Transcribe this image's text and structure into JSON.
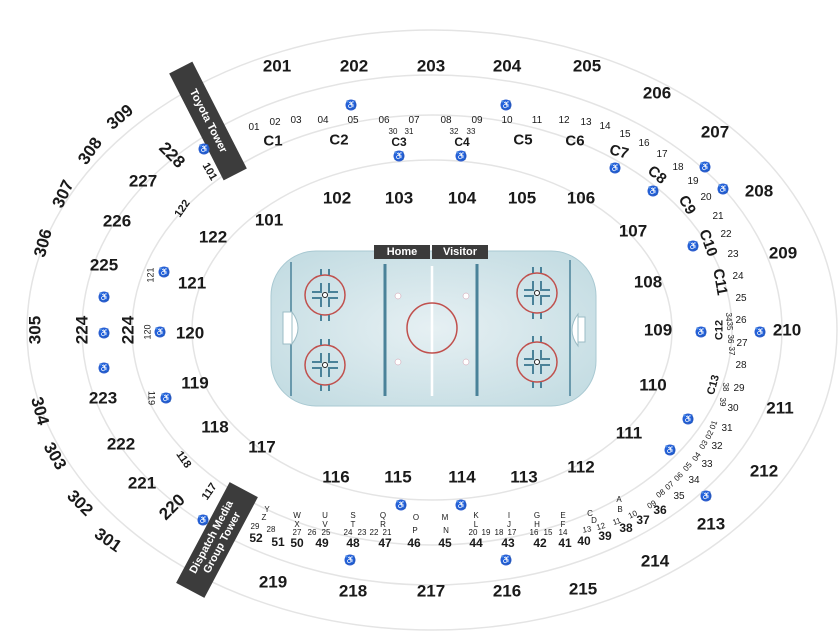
{
  "rink": {
    "home_label": "Home",
    "visitor_label": "Visitor",
    "ice_color": "#cfe3e8",
    "line_red": "#c0504d",
    "line_blue": "#4a8299"
  },
  "towers": {
    "north": "Toyota Tower",
    "south_line1": "Dispatch Media",
    "south_line2": "Group Tower"
  },
  "accessible_icon": "wheelchair-icon",
  "accessible_color": "#2f5fd0",
  "sections_300": [
    "301",
    "302",
    "303",
    "304",
    "305",
    "306",
    "307",
    "308",
    "309"
  ],
  "sections_200": [
    "201",
    "202",
    "203",
    "204",
    "205",
    "206",
    "207",
    "208",
    "209",
    "210",
    "211",
    "212",
    "213",
    "214",
    "215",
    "216",
    "217",
    "218",
    "219",
    "220",
    "221",
    "222",
    "223",
    "224",
    "224",
    "225",
    "226",
    "227",
    "228"
  ],
  "sections_100": [
    "101",
    "102",
    "103",
    "104",
    "105",
    "106",
    "107",
    "108",
    "109",
    "110",
    "111",
    "112",
    "113",
    "114",
    "115",
    "116",
    "117",
    "118",
    "119",
    "120",
    "121",
    "122"
  ],
  "aisle_labels_100": [
    "101",
    "122",
    "121",
    "120",
    "119",
    "118",
    "117"
  ],
  "club_sections": [
    "C1",
    "C2",
    "C3",
    "C4",
    "C5",
    "C6",
    "C7",
    "C8",
    "C9",
    "C10",
    "C11",
    "C12",
    "C13"
  ],
  "suites_top": [
    "01",
    "02",
    "03",
    "04",
    "05",
    "06",
    "07",
    "08",
    "09",
    "10",
    "11",
    "12",
    "13",
    "14",
    "15",
    "16",
    "17",
    "18",
    "19",
    "20",
    "21",
    "22",
    "23",
    "24",
    "25",
    "26",
    "27",
    "28",
    "29",
    "30",
    "31",
    "32",
    "33",
    "34",
    "35",
    "36",
    "37",
    "38",
    "39",
    "40"
  ],
  "suites_inner_top": [
    "30",
    "31",
    "32",
    "33"
  ],
  "suites_inner_right": [
    "34",
    "35",
    "36",
    "37",
    "38",
    "39",
    "01",
    "02",
    "03",
    "04",
    "05",
    "06",
    "07",
    "08",
    "09",
    "10",
    "11",
    "12",
    "13"
  ],
  "suites_bottom_numbers": [
    "52",
    "51",
    "50",
    "49",
    "48",
    "47",
    "46",
    "45",
    "44",
    "43",
    "42",
    "41"
  ],
  "suites_bottom_small": [
    "29",
    "28",
    "27",
    "26",
    "25",
    "24",
    "23",
    "22",
    "21",
    "20",
    "19",
    "18",
    "17",
    "16",
    "15",
    "14"
  ],
  "suites_letters": [
    "Y",
    "Z",
    "W",
    "X",
    "U",
    "V",
    "S",
    "T",
    "Q",
    "R",
    "O",
    "P",
    "M",
    "N",
    "K",
    "L",
    "I",
    "J",
    "G",
    "H",
    "E",
    "F",
    "C",
    "D",
    "A",
    "B"
  ]
}
